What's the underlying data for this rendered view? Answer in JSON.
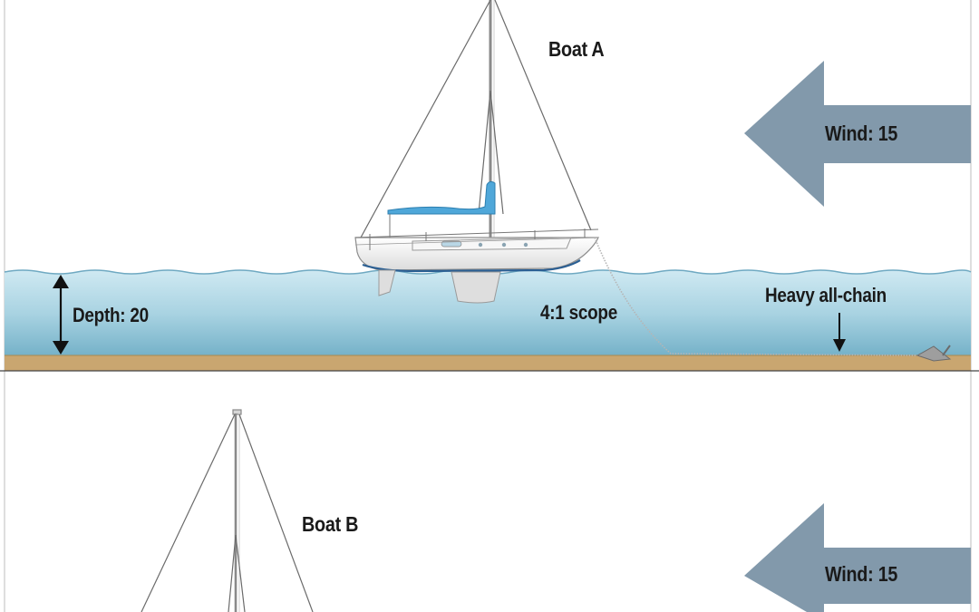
{
  "panels": [
    {
      "boat_label": "Boat A",
      "wind_label": "Wind: 15",
      "depth_label": "Depth: 20",
      "scope_label": "4:1 scope",
      "chain_label": "Heavy all-chain"
    },
    {
      "boat_label": "Boat B",
      "wind_label": "Wind: 15"
    }
  ],
  "colors": {
    "wind_arrow": "#8299ab",
    "water_top": "#bfe2ee",
    "water_bottom": "#7ab6cc",
    "seabed": "#c9a670",
    "bimini": "#4fa7d9",
    "hull": "#f3f3f3"
  }
}
